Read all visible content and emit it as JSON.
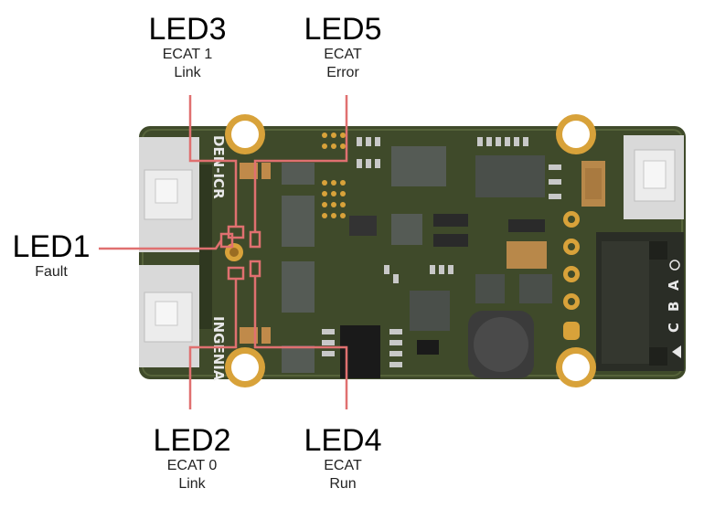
{
  "leds": {
    "led1": {
      "name": "LED1",
      "desc": [
        "Fault"
      ],
      "color": "#e07070"
    },
    "led2": {
      "name": "LED2",
      "desc": [
        "ECAT 0",
        "Link"
      ],
      "color": "#e07070"
    },
    "led3": {
      "name": "LED3",
      "desc": [
        "ECAT 1",
        "Link"
      ],
      "color": "#e07070"
    },
    "led4": {
      "name": "LED4",
      "desc": [
        "ECAT",
        "Run"
      ],
      "color": "#e07070"
    },
    "led5": {
      "name": "LED5",
      "desc": [
        "ECAT",
        "Error"
      ],
      "color": "#e07070"
    }
  },
  "board": {
    "silkscreen_top": "DEN-ICR",
    "silkscreen_bottom": "INGENIA",
    "connector_labels": [
      "A",
      "B",
      "C"
    ],
    "pcb_color": "#3f4a2a",
    "pad_color": "#d8a23a"
  }
}
